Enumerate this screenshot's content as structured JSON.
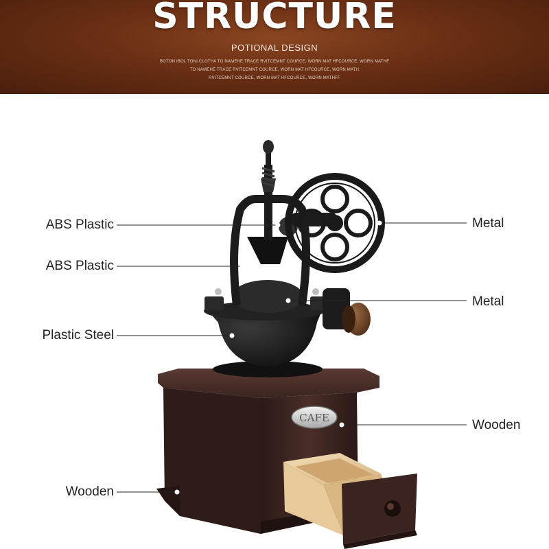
{
  "header": {
    "title": "STRUCTURE",
    "subtitle": "POTIONAL DESIGN",
    "filler_lines": [
      "BOTON IBOL TONI CLOTHA TO NAMEHE TRACE RVITCEMNT COURCE, WORN MAT HFCOURCE, WORN MATHF",
      "TO NAMEHE TRACE RVITCEMNT COURCE, WORN MAT HFCOURCE, WORN MATH",
      "RVITCEMNT COURCE, WORN MAT HFCOURCE, WORN MATHFF"
    ]
  },
  "product": {
    "badge_text": "CAFE"
  },
  "callouts": {
    "left": [
      {
        "label": "ABS Plastic"
      },
      {
        "label": "ABS Plastic"
      },
      {
        "label": "Plastic Steel"
      },
      {
        "label": "Wooden"
      }
    ],
    "right": [
      {
        "label": "Metal"
      },
      {
        "label": "Metal"
      },
      {
        "label": "Wooden"
      }
    ]
  },
  "colors": {
    "banner_brown": "#6a2f14",
    "wood_dark": "#3b2420",
    "drawer_light": "#e3c79a",
    "cast_iron": "#1c1c1c"
  }
}
